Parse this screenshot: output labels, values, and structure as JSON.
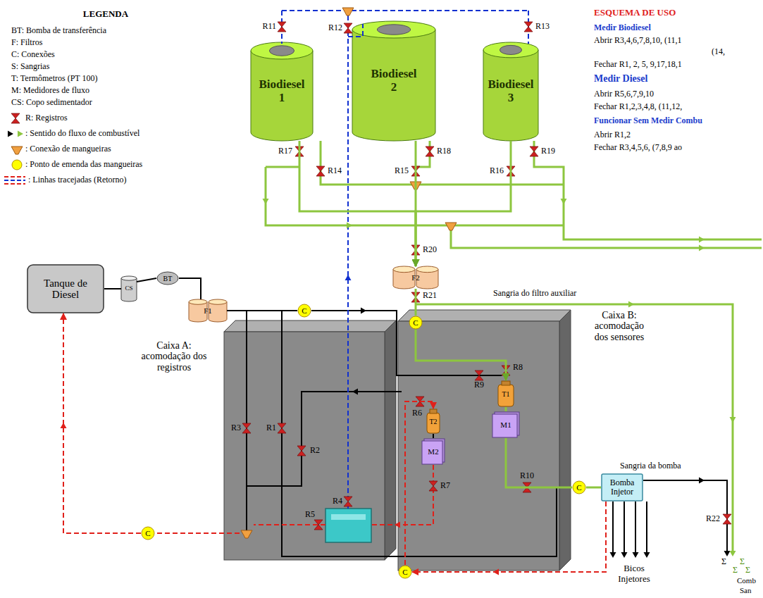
{
  "diagram": {
    "nodes": [
      {
        "text": [
          "Tanque de Diesel"
        ]
      },
      {
        "text": [
          "CS"
        ]
      },
      {
        "text": [
          "BT"
        ]
      },
      {
        "text": [
          "F1"
        ]
      },
      {
        "text": [
          "Biodiesel 1"
        ]
      },
      {
        "text": [
          "Biodiesel 2"
        ]
      },
      {
        "text": [
          "Biodiesel 3"
        ]
      },
      {
        "text": [
          "F2"
        ]
      },
      {
        "text": [
          "Caixa A: acomodação dos registros"
        ]
      },
      {
        "text": [
          "Caixa B: acomodação dos sensores"
        ]
      },
      {
        "text": [
          "T2"
        ],
        "in": 9
      },
      {
        "text": [
          "M2"
        ],
        "in": 9
      },
      {
        "text": [
          "T1"
        ],
        "in": 9
      },
      {
        "text": [
          "M1"
        ],
        "in": 9
      },
      {
        "text": [
          "Bomba Injetor"
        ]
      },
      {
        "text": [
          "C"
        ]
      },
      {
        "text": [
          "C"
        ]
      },
      {
        "text": [
          "C"
        ]
      },
      {
        "text": [
          "C"
        ]
      },
      {
        "text": [
          "C"
        ]
      }
    ],
    "edges": [
      {
        "from": 0,
        "to": 1,
        "arrow": "none"
      },
      {
        "from": 1,
        "to": 2,
        "arrow": "none"
      },
      {
        "from": 2,
        "to": 3,
        "arrow": "none"
      },
      {
        "from": 3,
        "to": 15,
        "arrow": "none"
      },
      {
        "from": 4,
        "to": 7,
        "arrow": "to"
      },
      {
        "from": 5,
        "to": 7,
        "arrow": "to"
      },
      {
        "from": 6,
        "to": 7,
        "arrow": "to"
      },
      {
        "from": 7,
        "to": 16,
        "arrow": "none"
      },
      {
        "from": 16,
        "to": 12,
        "arrow": "to"
      },
      {
        "from": 12,
        "to": 13,
        "arrow": "none"
      },
      {
        "from": 13,
        "to": 18,
        "arrow": "none"
      },
      {
        "from": 18,
        "to": 14,
        "arrow": "none"
      },
      {
        "from": 11,
        "to": 10,
        "arrow": "none"
      },
      {
        "from": 19,
        "to": 10,
        "arrow": "to"
      },
      {
        "from": 14,
        "to": 19,
        "arrow": "to"
      },
      {
        "from": 17,
        "to": 0,
        "arrow": "to"
      }
    ],
    "labels": [
      "LEGENDA",
      "ESQUEMA DE USO",
      "Medir Biodiesel",
      "Abrir R3,4,6,7,8,10, (11,1",
      "(14,",
      "Fechar R1, 2, 5, 9,17,18,1",
      "Medir Diesel",
      "Abrir R5,6,7,9,10",
      "Fechar R1,2,3,4,8, (11,12,",
      "Funcionar Sem Medir Combu",
      "Abrir R1,2",
      "Fechar R3,4,5,6, (7,8,9 ao",
      "R11",
      "R12",
      "R13",
      "R17",
      "R14",
      "R15",
      "R18",
      "R16",
      "R19",
      "R20",
      "R21",
      "Sangria do filtro auxiliar",
      "R9",
      "R8",
      "R6",
      "R3",
      "R1",
      "R2",
      "R4",
      "R5",
      "R7",
      "R10",
      "Sangria da bomba",
      "R22",
      "Bicos Injetores",
      "Σ",
      "Σ",
      "Σ",
      "Σ",
      "Comb",
      "San"
    ],
    "legend": [
      {
        "text": "BT: Bomba de transferência"
      },
      {
        "text": "F: Filtros"
      },
      {
        "text": "C: Conexões"
      },
      {
        "text": "S: Sangrias"
      },
      {
        "text": "T: Termômetros (PT 100)"
      },
      {
        "text": "M: Medidores de fluxo"
      },
      {
        "text": "CS: Copo sedimentador"
      },
      {
        "text": "R: Registros"
      },
      {
        "text": ": Sentido do fluxo de combustível"
      },
      {
        "text": ": Conexão de mangueiras"
      },
      {
        "text": ": Ponto de emenda das mangueiras"
      },
      {
        "text": ": Linhas tracejadas (Retorno)"
      }
    ]
  }
}
